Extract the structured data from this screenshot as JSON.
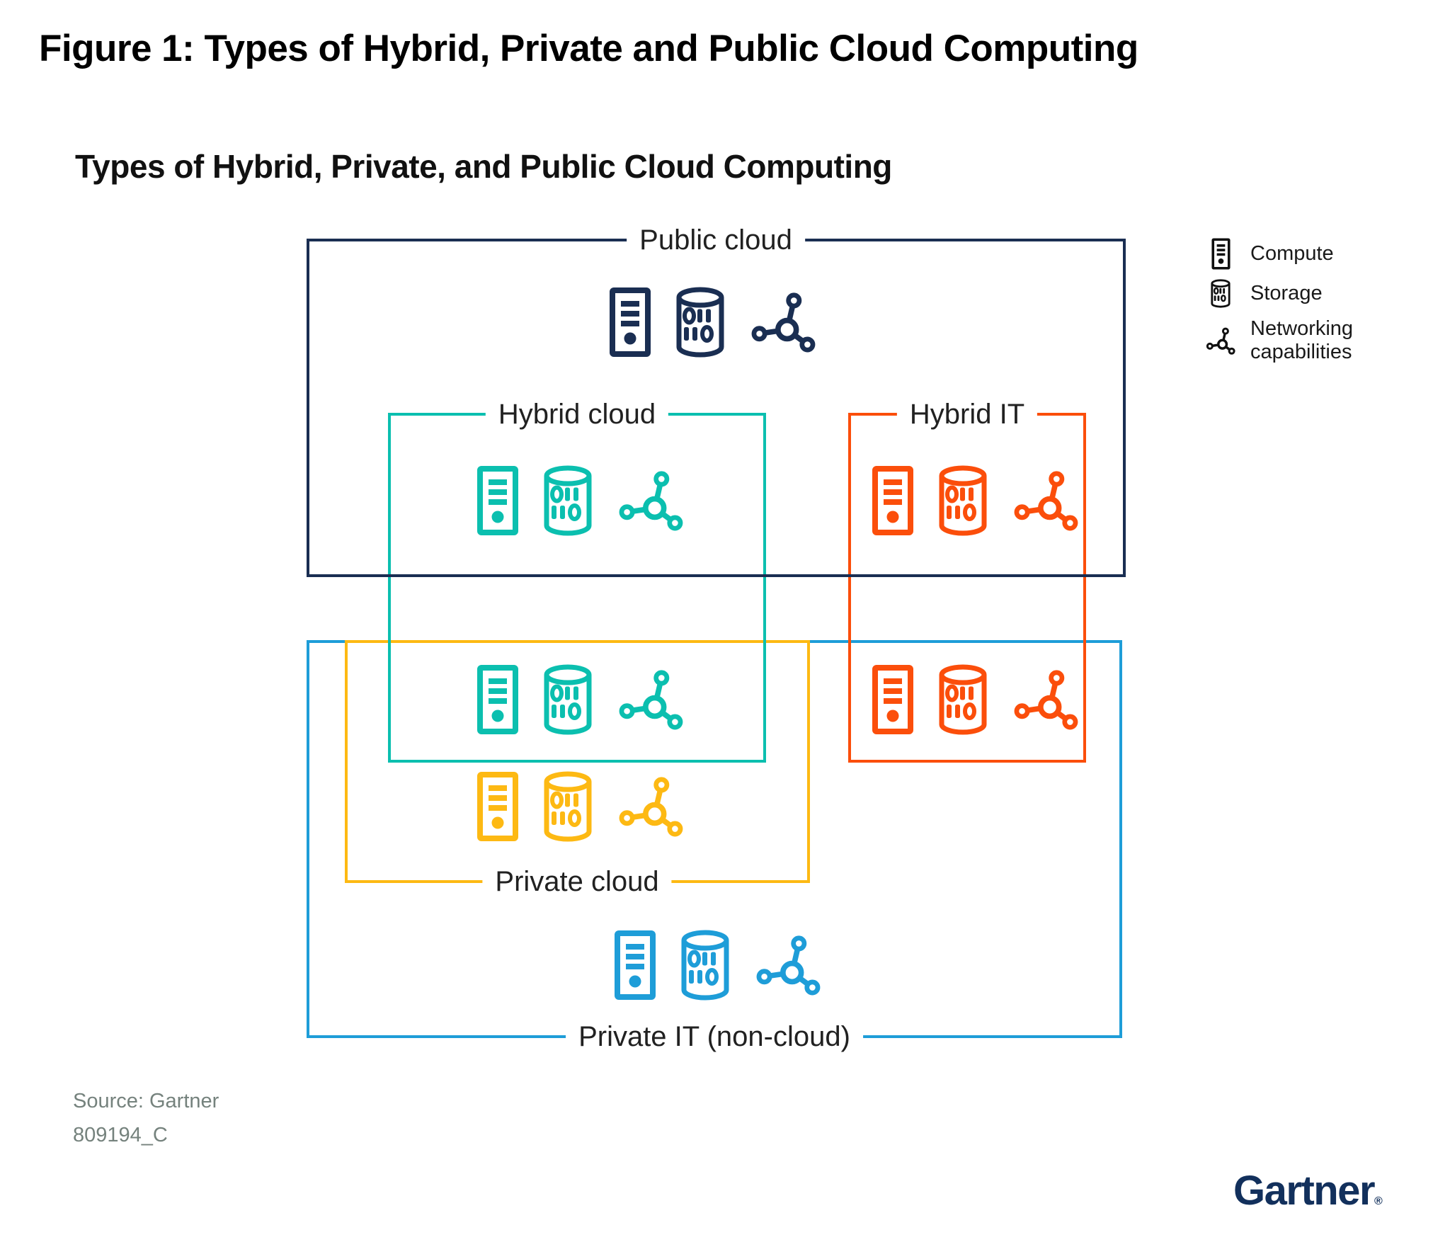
{
  "figure": {
    "title": "Figure 1: Types of Hybrid, Private and Public Cloud Computing",
    "subtitle": "Types of Hybrid, Private, and Public Cloud Computing",
    "source_line1": "Source: Gartner",
    "source_line2": "809194_C",
    "brand": "Gartner",
    "brand_registered": "®"
  },
  "boxes": [
    {
      "id": "public-cloud",
      "label": "Public cloud",
      "color": "#1a2e52",
      "label_position": "top"
    },
    {
      "id": "hybrid-cloud",
      "label": "Hybrid cloud",
      "color": "#0bbfaf",
      "label_position": "top"
    },
    {
      "id": "hybrid-it",
      "label": "Hybrid IT",
      "color": "#fb4e0b",
      "label_position": "top"
    },
    {
      "id": "private-cloud",
      "label": "Private cloud",
      "color": "#fdb913",
      "label_position": "bottom"
    },
    {
      "id": "private-it",
      "label": "Private IT (non-cloud)",
      "color": "#1e9dd8",
      "label_position": "bottom"
    }
  ],
  "icon_groups": [
    {
      "region": "public-cloud",
      "color": "#1a2e52",
      "icons": [
        "compute",
        "storage",
        "networking"
      ]
    },
    {
      "region": "hybrid-cloud-upper",
      "color": "#0bbfaf",
      "icons": [
        "compute",
        "storage",
        "networking"
      ]
    },
    {
      "region": "hybrid-it-upper",
      "color": "#fb4e0b",
      "icons": [
        "compute",
        "storage",
        "networking"
      ]
    },
    {
      "region": "hybrid-cloud-lower",
      "color": "#0bbfaf",
      "icons": [
        "compute",
        "storage",
        "networking"
      ]
    },
    {
      "region": "hybrid-it-lower",
      "color": "#fb4e0b",
      "icons": [
        "compute",
        "storage",
        "networking"
      ]
    },
    {
      "region": "private-cloud",
      "color": "#fdb913",
      "icons": [
        "compute",
        "storage",
        "networking"
      ]
    },
    {
      "region": "private-it",
      "color": "#1e9dd8",
      "icons": [
        "compute",
        "storage",
        "networking"
      ]
    }
  ],
  "legend": {
    "icon_color": "#101010",
    "items": [
      {
        "icon": "compute-icon",
        "label": "Compute"
      },
      {
        "icon": "storage-icon",
        "label": "Storage"
      },
      {
        "icon": "networking-icon",
        "label": "Networking capabilities"
      }
    ]
  }
}
